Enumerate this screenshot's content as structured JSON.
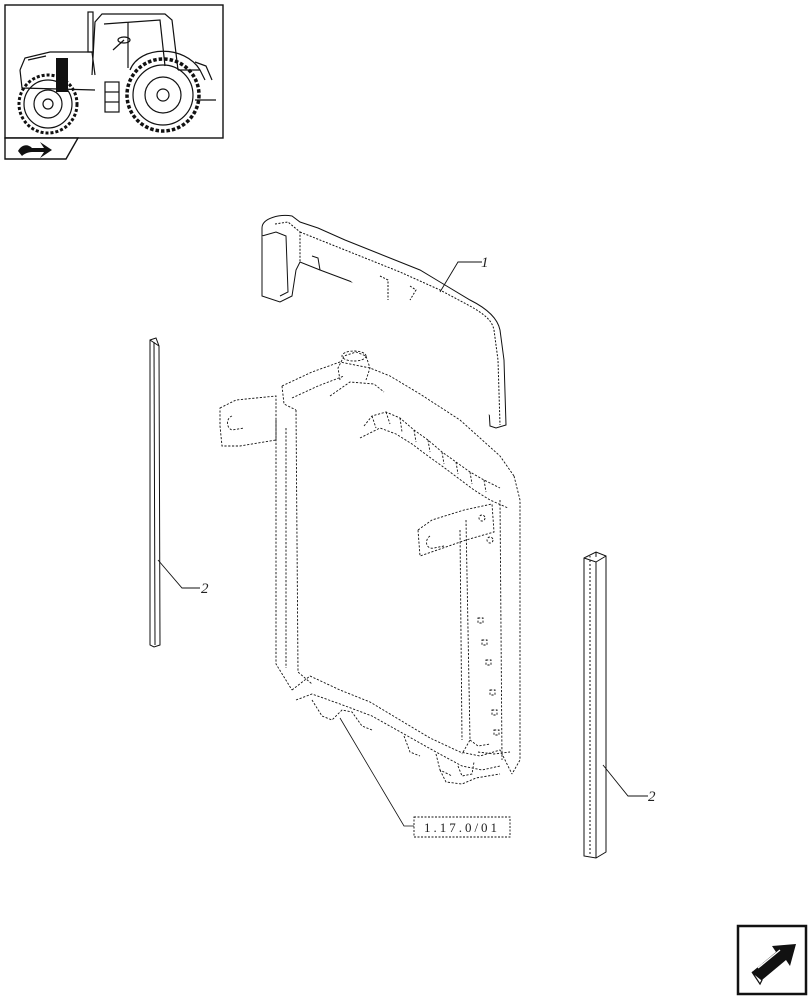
{
  "diagram": {
    "callouts": {
      "part_1": "1",
      "part_2_left": "2",
      "part_2_right": "2"
    },
    "reference_label": "1.17.0/01"
  },
  "icons": {
    "thumbnail": "tractor-thumbnail-icon",
    "section": "section-tab-icon",
    "next_page": "next-page-arrow-icon"
  },
  "colors": {
    "line": "#111111",
    "fill": "#ffffff"
  }
}
